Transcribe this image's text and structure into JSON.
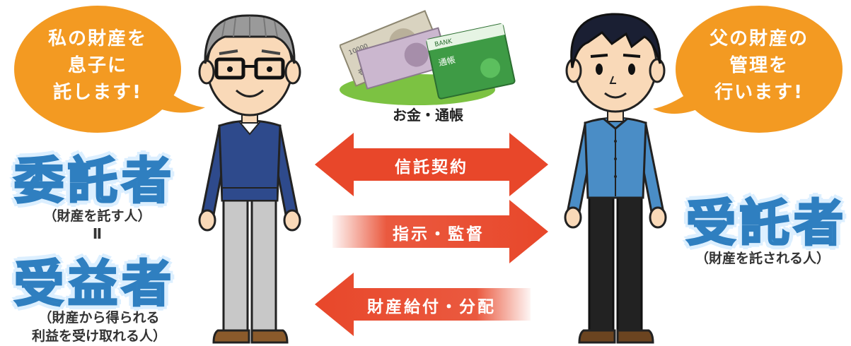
{
  "left_person": {
    "speech": "私の財産を\n息子に\n託します!",
    "role_1": "委託者",
    "role_1_note": "（財産を託す人）",
    "equals": "Ⅱ",
    "role_2": "受益者",
    "role_2_note": "（財産から得られる\n利益を受け取れる人）"
  },
  "right_person": {
    "speech": "父の財産の\n管理を\n行います!",
    "role": "受託者",
    "role_note": "（財産を託される人）"
  },
  "assets": {
    "label": "お金・通帳",
    "passbook_bank": "BANK",
    "passbook_title": "通帳",
    "banknote_number": "10000",
    "banknote_text": "壱万円"
  },
  "arrows": [
    {
      "label": "信託契約",
      "direction": "both"
    },
    {
      "label": "指示・監督",
      "direction": "right"
    },
    {
      "label": "財産給付・分配",
      "direction": "left"
    }
  ],
  "colors": {
    "bubble": "#f39a22",
    "arrow": "#e8472a",
    "role_text": "#4aa3df"
  }
}
